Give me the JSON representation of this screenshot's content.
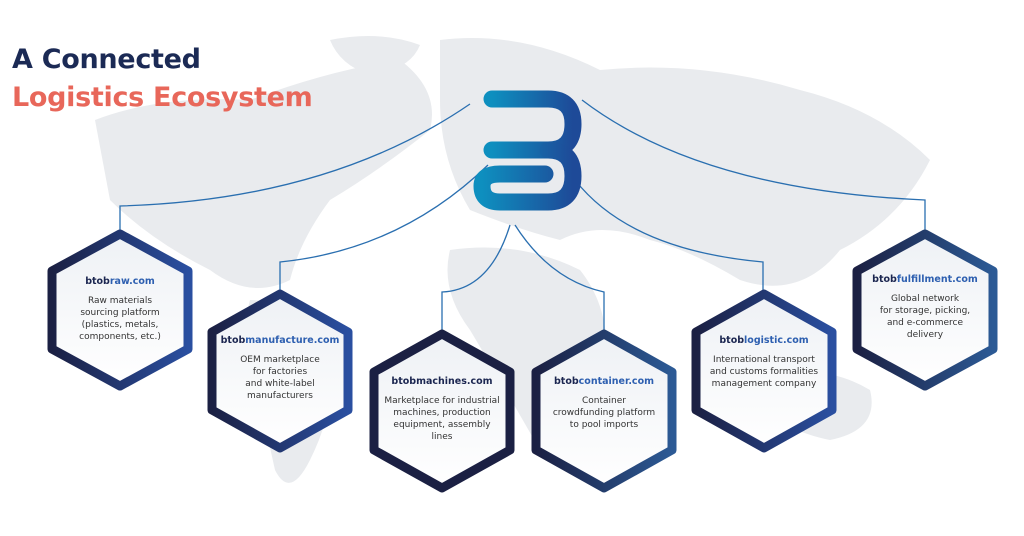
{
  "title": {
    "line1": "A Connected",
    "line2": "Logistics Ecosystem"
  },
  "colors": {
    "title_dark": "#1b2a55",
    "title_accent": "#e8675a",
    "hex_dark": "#1b2043",
    "hex_blue": "#2a4fa0",
    "line": "#2a6fb0",
    "map": "#e9ebee"
  },
  "logo": {
    "letter": "B"
  },
  "platforms": [
    {
      "prefix": "btob",
      "suffix": "raw.com",
      "desc": "Raw materials\nsourcing platform\n(plastics, metals,\ncomponents, etc.)"
    },
    {
      "prefix": "btob",
      "suffix": "manufacture.com",
      "desc": "OEM marketplace\nfor factories\nand white-label\nmanufacturers"
    },
    {
      "prefix": "btob",
      "suffix": "machines.com",
      "desc": "Marketplace for industrial\nmachines, production\nequipment, assembly\nlines"
    },
    {
      "prefix": "btob",
      "suffix": "container.com",
      "desc": "Container\ncrowdfunding platform\nto pool imports"
    },
    {
      "prefix": "btob",
      "suffix": "logistic.com",
      "desc": "International transport\nand customs formalities\nmanagement company"
    },
    {
      "prefix": "btob",
      "suffix": "fulfillment.com",
      "desc": "Global network\nfor storage, picking,\nand e-commerce\ndelivery"
    }
  ]
}
